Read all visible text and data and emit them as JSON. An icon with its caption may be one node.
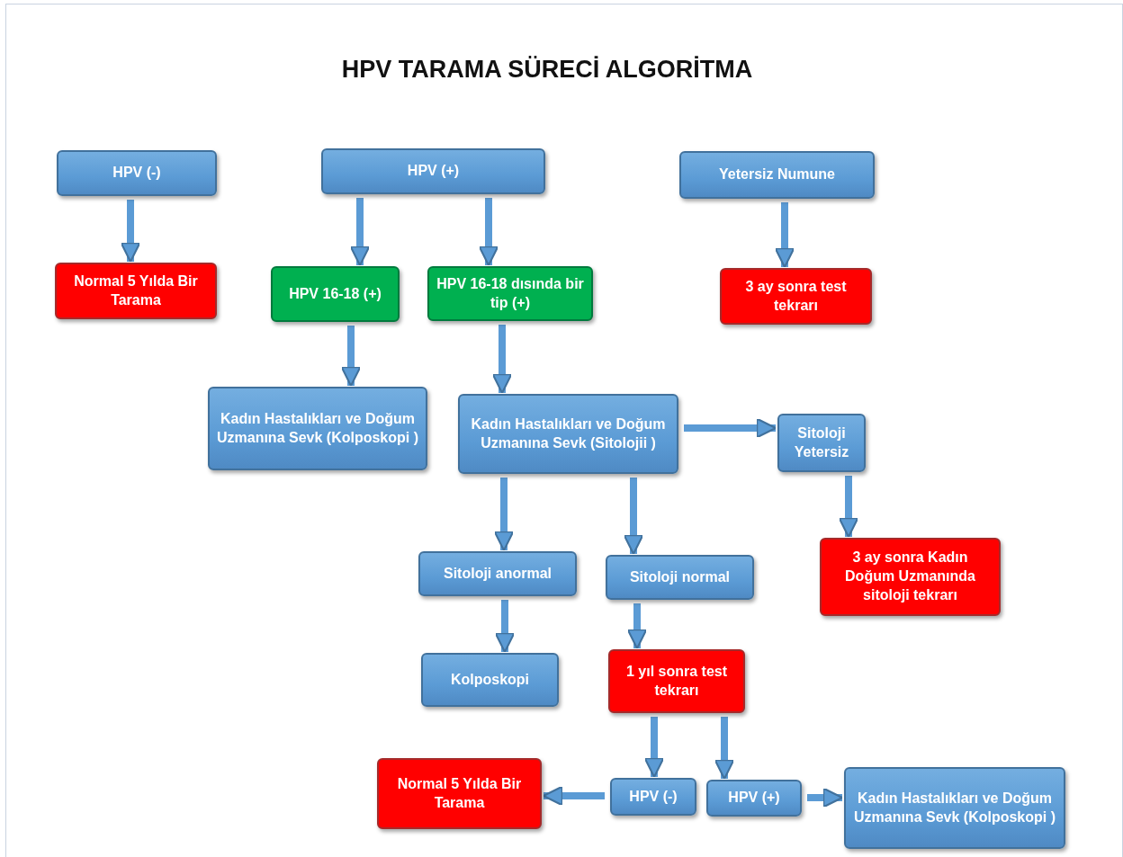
{
  "diagram": {
    "title": "HPV TARAMA SÜRECİ ALGORİTMA",
    "nodes": [
      {
        "text": [
          "HPV (-)"
        ]
      },
      {
        "text": [
          "HPV (+)"
        ]
      },
      {
        "text": [
          "Yetersiz Numune"
        ]
      },
      {
        "text": [
          "Normal 5 Yılda Bir Tarama"
        ]
      },
      {
        "text": [
          "HPV 16-18 (+)"
        ]
      },
      {
        "text": [
          "HPV 16-18 dısında bir tip (+)"
        ]
      },
      {
        "text": [
          "3 ay sonra test tekrarı"
        ]
      },
      {
        "text": [
          "Kadın Hastalıkları ve Doğum Uzmanına Sevk (Kolposkopi )"
        ]
      },
      {
        "text": [
          "Kadın Hastalıkları ve Doğum Uzmanına Sevk (Sitolojii )"
        ]
      },
      {
        "text": [
          "Sitoloji Yetersiz"
        ]
      },
      {
        "text": [
          "Sitoloji anormal"
        ]
      },
      {
        "text": [
          "Sitoloji normal"
        ]
      },
      {
        "text": [
          "3 ay sonra Kadın Doğum Uzmanında sitoloji tekrarı"
        ]
      },
      {
        "text": [
          "Kolposkopi"
        ]
      },
      {
        "text": [
          "1 yıl sonra test tekrarı"
        ]
      },
      {
        "text": [
          "Normal 5 Yılda Bir Tarama"
        ]
      },
      {
        "text": [
          "HPV (-)"
        ]
      },
      {
        "text": [
          "HPV (+)"
        ]
      },
      {
        "text": [
          "Kadın Hastalıkları ve Doğum Uzmanına Sevk (Kolposkopi )"
        ]
      }
    ],
    "edges": [
      {
        "from": 0,
        "to": 3,
        "arrow": "to"
      },
      {
        "from": 1,
        "to": 4,
        "arrow": "to"
      },
      {
        "from": 1,
        "to": 5,
        "arrow": "to"
      },
      {
        "from": 2,
        "to": 6,
        "arrow": "to"
      },
      {
        "from": 4,
        "to": 7,
        "arrow": "to"
      },
      {
        "from": 5,
        "to": 8,
        "arrow": "to"
      },
      {
        "from": 8,
        "to": 9,
        "arrow": "to"
      },
      {
        "from": 9,
        "to": 12,
        "arrow": "to"
      },
      {
        "from": 8,
        "to": 10,
        "arrow": "to"
      },
      {
        "from": 8,
        "to": 11,
        "arrow": "to"
      },
      {
        "from": 10,
        "to": 13,
        "arrow": "to"
      },
      {
        "from": 11,
        "to": 14,
        "arrow": "to"
      },
      {
        "from": 14,
        "to": 16,
        "arrow": "to"
      },
      {
        "from": 14,
        "to": 17,
        "arrow": "to"
      },
      {
        "from": 16,
        "to": 15,
        "arrow": "to"
      },
      {
        "from": 17,
        "to": 18,
        "arrow": "to"
      }
    ]
  }
}
